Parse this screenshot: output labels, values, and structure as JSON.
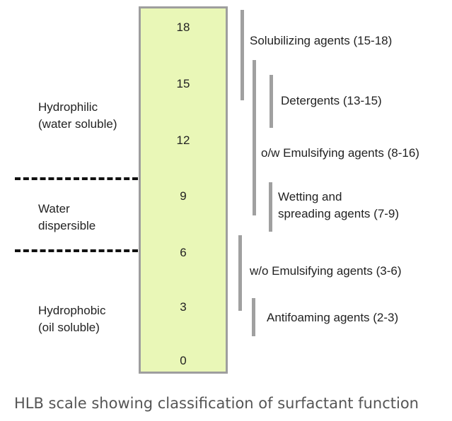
{
  "scale": {
    "ticks": [
      "18",
      "15",
      "12",
      "9",
      "6",
      "3",
      "0"
    ],
    "fill_color": "#e9f7b7",
    "border_color": "#9e9e9e"
  },
  "zones": {
    "hydrophilic": [
      "Hydrophilic",
      "(water soluble)"
    ],
    "dispersible": [
      "Water",
      "dispersible"
    ],
    "hydrophobic": [
      "Hydrophobic",
      "(oil soluble)"
    ]
  },
  "ranges": {
    "solubilizing": "Solubilizing agents (15-18)",
    "detergents": "Detergents (13-15)",
    "ow_emulsifying": "o/w Emulsifying agents (8-16)",
    "wetting": [
      "Wetting and",
      "spreading agents (7-9)"
    ],
    "wo_emulsifying": "w/o Emulsifying agents (3-6)",
    "antifoaming": "Antifoaming agents (2-3)"
  },
  "caption": "HLB scale showing classification of surfactant function"
}
